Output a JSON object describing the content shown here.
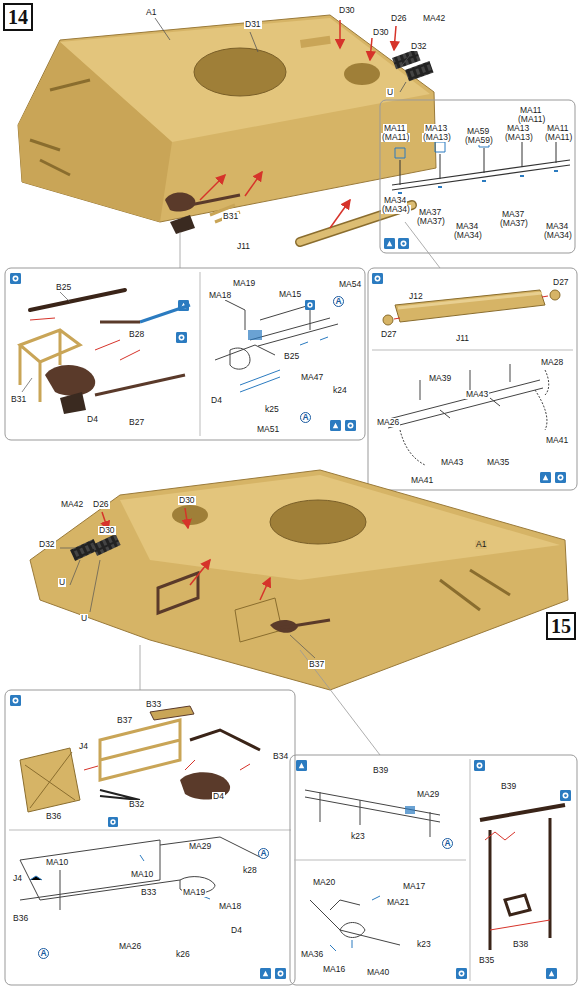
{
  "diagram": {
    "nodes": [
      {
        "text": [
          "14"
        ]
      },
      {
        "text": [
          "15"
        ]
      }
    ],
    "labels": [
      "A1",
      "D31",
      "D30",
      "D30",
      "D26",
      "MA42",
      "D32",
      "U",
      "B31",
      "J11",
      "MA11",
      "(MA11)",
      "MA11",
      "(MA11)",
      "MA13",
      "(MA13)",
      "MA59",
      "(MA59)",
      "MA13",
      "(MA13)",
      "MA11",
      "(MA11)",
      "MA34",
      "(MA34)",
      "MA37",
      "(MA37)",
      "MA34",
      "(MA34)",
      "MA37",
      "(MA37)",
      "MA34",
      "(MA34)",
      "B25",
      "B28",
      "B31",
      "D4",
      "B27",
      "MA19",
      "MA15",
      "MA18",
      "MA54",
      "A",
      "B25",
      "MA47",
      "k24",
      "D4",
      "k25",
      "MA51",
      "A",
      "J12",
      "D27",
      "J11",
      "D27",
      "MA28",
      "MA39",
      "MA43",
      "MA26",
      "MA41",
      "MA43",
      "MA35",
      "MA41",
      "MA42",
      "D26",
      "D30",
      "D32",
      "D30",
      "A1",
      "U",
      "U",
      "B37",
      "B33",
      "B37",
      "J4",
      "B34",
      "B36",
      "D4",
      "B32",
      "MA29",
      "A",
      "MA10",
      "J4",
      "B36",
      "MA10",
      "k28",
      "B33",
      "MA19",
      "MA18",
      "MA26",
      "D4",
      "k26",
      "A",
      "B39",
      "MA29",
      "k23",
      "A",
      "MA20",
      "MA17",
      "MA21",
      "k23",
      "MA36",
      "MA16",
      "MA40",
      "B39",
      "B38",
      "B35"
    ]
  }
}
